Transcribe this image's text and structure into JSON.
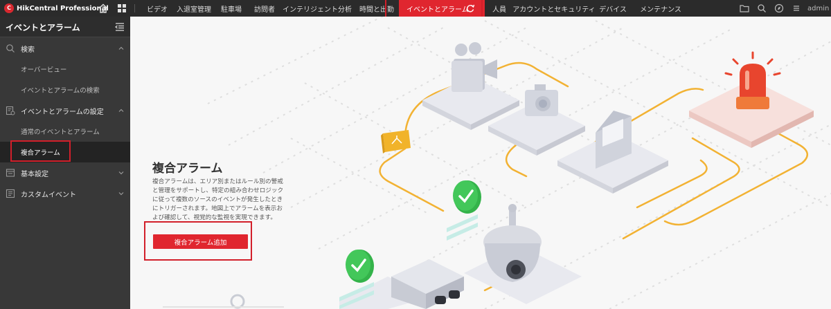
{
  "app": {
    "brand": "HikCentral Professional",
    "logo_letter": "C"
  },
  "topbar": {
    "nav": [
      {
        "label": "ビデオ"
      },
      {
        "label": "入退室管理"
      },
      {
        "label": "駐車場"
      },
      {
        "label": "訪問者"
      },
      {
        "label": "インテリジェント分析"
      },
      {
        "label": "時間と出勤"
      },
      {
        "label": "イベントとアラーム",
        "active": true
      },
      {
        "label": "人員"
      },
      {
        "label": "アカウントとセキュリティ"
      },
      {
        "label": "デバイス"
      },
      {
        "label": "メンテナンス"
      }
    ],
    "user": "admin"
  },
  "sidebar": {
    "title": "イベントとアラーム",
    "items": [
      {
        "label": "検索",
        "type": "section"
      },
      {
        "label": "オーバービュー",
        "type": "sub"
      },
      {
        "label": "イベントとアラームの検索",
        "type": "sub"
      },
      {
        "label": "イベントとアラームの設定",
        "type": "section"
      },
      {
        "label": "通常のイベントとアラーム",
        "type": "sub"
      },
      {
        "label": "複合アラーム",
        "type": "sub",
        "selected": true
      },
      {
        "label": "基本設定",
        "type": "section"
      },
      {
        "label": "カスタムイベント",
        "type": "section"
      }
    ]
  },
  "main": {
    "title": "複合アラーム",
    "description": "複合アラームは、エリア別またはルール別の警戒と管理をサポートし、特定の組み合わせロジックに従って複数のソースのイベントが発生したときにトリガーされます。地図上でアラームを表示および確認して、視覚的な監視を実現できます。",
    "add_button": "複合アラーム追加"
  },
  "colors": {
    "accent": "#e0262f",
    "topbar": "#2b2b2b",
    "sidebar": "#383838",
    "flow_line": "#f2b233",
    "check_green": "#34b34a"
  }
}
